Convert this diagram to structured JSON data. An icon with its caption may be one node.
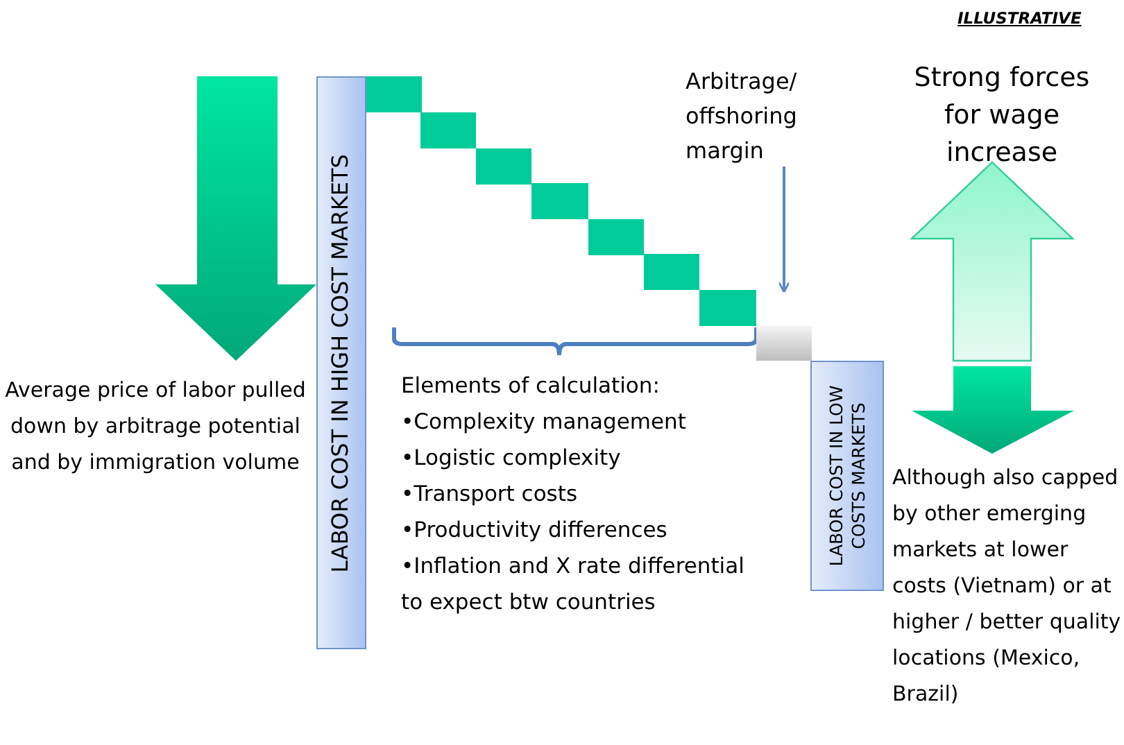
{
  "diagram": {
    "nodes": [
      {
        "text": [
          "LABOR COST IN HIGH COST MARKETS"
        ]
      },
      {
        "text": [
          "LABOR COST IN LOW COSTS MARKETS"
        ]
      },
      {
        "text": [
          "Arbitrage/ offshoring margin"
        ]
      },
      {
        "text": [],
        "shape": "box"
      }
    ],
    "edges": [
      {
        "from": 2,
        "to": 3,
        "arrow": "to"
      }
    ],
    "labels": [
      "ILLUSTRATIVE",
      "Strong forces for wage increase",
      "Average price of labor pulled down by arbitrage potential and by immigration volume",
      "Elements of calculation:",
      "•Complexity management",
      "•Logistic complexity",
      "•Transport costs",
      "•Productivity differences",
      "•Inflation and X rate differential to expect btw countries",
      "Although also capped by other emerging markets at lower costs (Vietnam) or at higher / better quality locations (Mexico, Brazil)"
    ]
  }
}
